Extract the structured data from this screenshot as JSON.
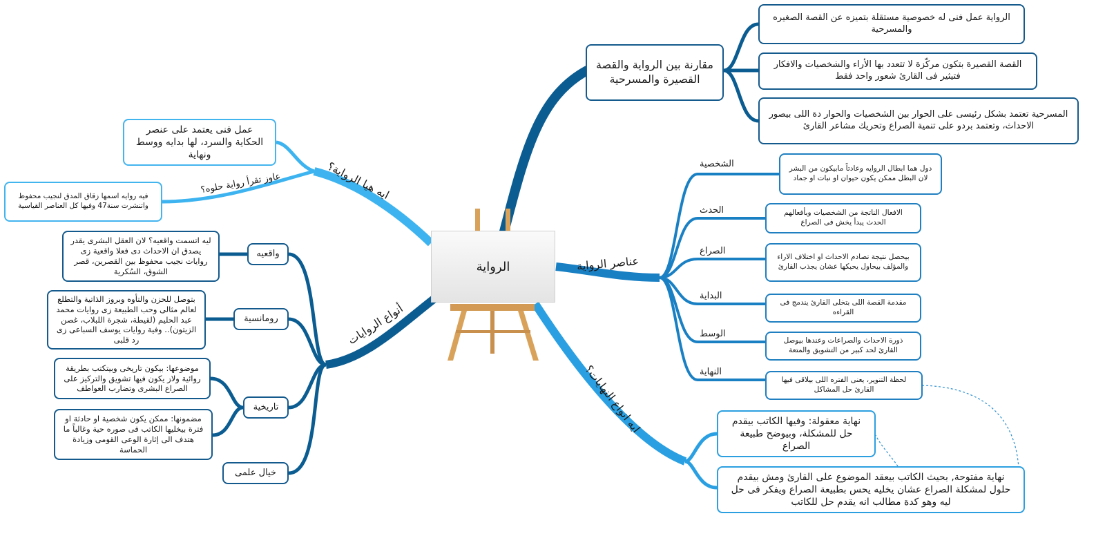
{
  "central": {
    "title": "الرواية"
  },
  "comparison": {
    "title": "مقارنة بين الرواية والقصة القصيرة والمسرحية",
    "items": [
      "الرواية عمل فنى له خصوصية مستقلة بتميزه عن القصة الصغيره والمسرحية",
      "القصة القصيرة بتكون مركّزة لا تتعدد بها الأراء والشخصيات والافكار فتيثير فى القارئ شعور واحد فقط",
      "المسرحية تعتمد بشكل رئيسى على الحوار بين الشخصيات والحوار دة اللى بيصور الاحداث، وتعتمد بردو على تنمية الصراع وتحريك مشاعر القارئ"
    ]
  },
  "elements": {
    "title": "عناصر الرواية",
    "items": [
      {
        "label": "الشخصية",
        "text": "دول هما ابطال الروايه وعادتاً مابيكون من البشر لان البطل ممكن يكون حيوان او نبات او جماد"
      },
      {
        "label": "الحدث",
        "text": "الافعال الناتجة من الشخصيات وبأفعالهم الحدث يبدأ يخش فى الصراع"
      },
      {
        "label": "الصراع",
        "text": "بيحصل نتيجة تصادم الاحداث او اختلاف الاراء والمؤلف بيحاول يحبكها عشان يجذب القارئ"
      },
      {
        "label": "البداية",
        "text": "مقدمة القصة اللى بتخلى القارئ يندمج فى القراءه"
      },
      {
        "label": "الوسط",
        "text": "ذورة الاحداث والصراعات وعندها بيوصل القارئ لحد كبير من التشويق والمتعة"
      },
      {
        "label": "النهاية",
        "text": "لحظة التنوير، يعنى الفتره اللى بيلاقى فيها القارئ حل المشاكل"
      }
    ]
  },
  "endings": {
    "title": "ايه انواع النهايات؟",
    "items": [
      "نهاية معقولة: وفيها الكاتب بيقدم حل للمشكلة، وبيوضح طبيعة الصراع",
      "نهاية مفتوحة, بحيث الكاتب بيعقد الموضوع على القارئ ومش بيقدم حلول لمشكلة الصراع عشان يخليه يحس بطبيعة الصراع ويفكر فى حل ليه وهو كدة مطالب انه يقدم حل للكاتب"
    ]
  },
  "what_is": {
    "title": "ايه هيا الرواية؟",
    "definition": "عمل فنى يعتمد على عنصر الحكاية والسرد، لها بدايه ووسط ونهاية",
    "sub_label": "عاوز تقرأ رواية حلوه؟",
    "sub_text": "فيه روايه اسمها زقاق المدق لنجيب محفوظ واتنشرت سنة47  وفيها كل العناصر القياسية"
  },
  "types": {
    "title": "أنواع الروايات",
    "items": [
      {
        "label": "واقعيه",
        "texts": [
          "ليه اتسمت واقعيه؟ لان العقل البشرى يقدر يصدق ان الاحداث دى فعلا واقعية زى روايات نجيب محفوظ بين القصرين، قصر الشوق، السُكرية"
        ]
      },
      {
        "label": "رومانسية",
        "texts": [
          "بتوصل للحزن والتأوه وبروز الذاتية والتطلع لعالم مثالى وحب الطبيعة زى روايات محمد عبد الحليم (لقيطة، شجرة اللبلاب، غصن الزيتون).. وفية روايات يوسف السباعى زى رد قلبى"
        ]
      },
      {
        "label": "تاريخية",
        "texts": [
          "موضوعها: بيكون تاريخى وبيتكتب بطريقة روائية ولاز يكون فيها تشويق والتركيز على الصراع البشرى وتضارب العواطف",
          "مضمونها: ممكن يكون شخصية او حادثة او فترة بيخليها الكاتب فى صوره حية وغالباً ما هتدف الى إثارة الوعى القومى وزيادة الحماسة"
        ]
      },
      {
        "label": "خيال علمى",
        "texts": []
      }
    ]
  },
  "colors": {
    "branch_dark": "#0b5c91",
    "branch_mid": "#1a80c4",
    "branch_light": "#2aa0e2",
    "branch_sky": "#3db4f0",
    "box_border": "#1f5d8c"
  }
}
